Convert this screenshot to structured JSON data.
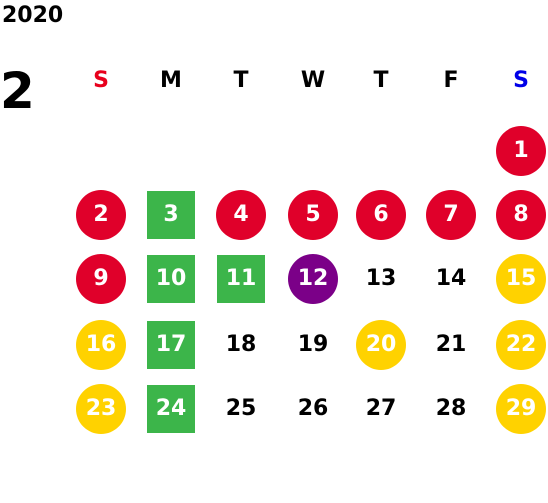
{
  "calendar": {
    "year": "2020",
    "month": "2",
    "weekdays": [
      {
        "label": "S",
        "color": "#e8001c"
      },
      {
        "label": "M",
        "color": "#000000"
      },
      {
        "label": "T",
        "color": "#000000"
      },
      {
        "label": "W",
        "color": "#000000"
      },
      {
        "label": "T",
        "color": "#000000"
      },
      {
        "label": "F",
        "color": "#000000"
      },
      {
        "label": "S",
        "color": "#0000e8"
      }
    ],
    "styles": {
      "red": "#e0002a",
      "green": "#3cb54a",
      "purple": "#7b0088",
      "yellow": "#ffd200"
    },
    "days": [
      {
        "label": "1",
        "style": "red-circle"
      },
      {
        "label": "2",
        "style": "red-circle"
      },
      {
        "label": "3",
        "style": "green-square"
      },
      {
        "label": "4",
        "style": "red-circle"
      },
      {
        "label": "5",
        "style": "red-circle"
      },
      {
        "label": "6",
        "style": "red-circle"
      },
      {
        "label": "7",
        "style": "red-circle"
      },
      {
        "label": "8",
        "style": "red-circle"
      },
      {
        "label": "9",
        "style": "red-circle"
      },
      {
        "label": "10",
        "style": "green-square"
      },
      {
        "label": "11",
        "style": "green-square"
      },
      {
        "label": "12",
        "style": "purple-circle"
      },
      {
        "label": "13",
        "style": "plain"
      },
      {
        "label": "14",
        "style": "plain"
      },
      {
        "label": "15",
        "style": "yellow-circle"
      },
      {
        "label": "16",
        "style": "yellow-circle"
      },
      {
        "label": "17",
        "style": "green-square"
      },
      {
        "label": "18",
        "style": "plain"
      },
      {
        "label": "19",
        "style": "plain"
      },
      {
        "label": "20",
        "style": "yellow-circle"
      },
      {
        "label": "21",
        "style": "plain"
      },
      {
        "label": "22",
        "style": "yellow-circle"
      },
      {
        "label": "23",
        "style": "yellow-circle"
      },
      {
        "label": "24",
        "style": "green-square"
      },
      {
        "label": "25",
        "style": "plain"
      },
      {
        "label": "26",
        "style": "plain"
      },
      {
        "label": "27",
        "style": "plain"
      },
      {
        "label": "28",
        "style": "plain"
      },
      {
        "label": "29",
        "style": "yellow-circle"
      }
    ]
  }
}
